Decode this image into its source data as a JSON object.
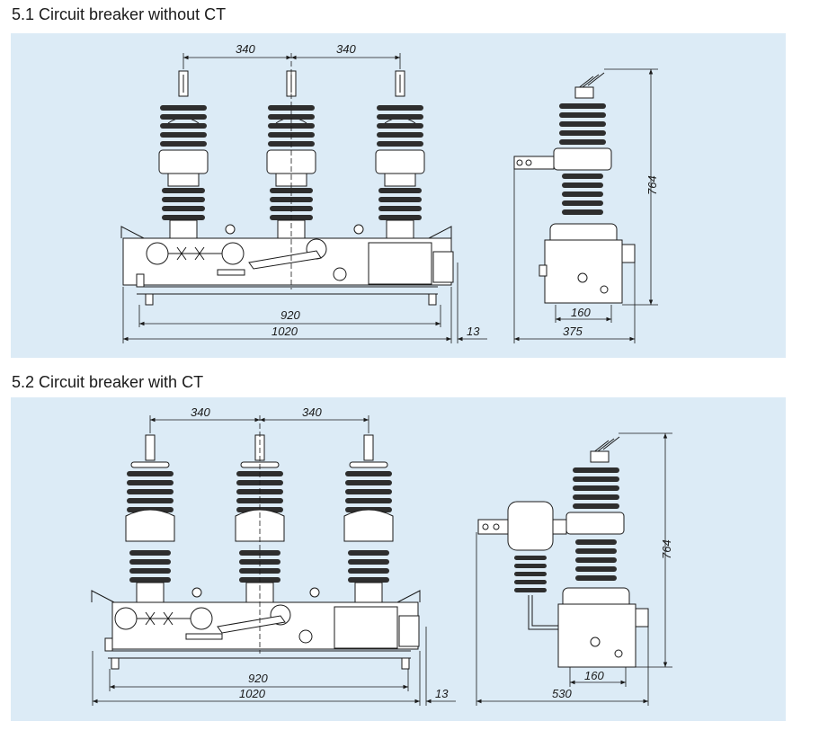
{
  "sections": [
    {
      "title": "5.1 Circuit breaker without CT",
      "dims": {
        "spacing_left": "340",
        "spacing_right": "340",
        "frame_width": "920",
        "overall_width": "1020",
        "offset": "13",
        "height": "764",
        "base_width": "160",
        "depth": "375"
      }
    },
    {
      "title": "5.2 Circuit breaker with CT",
      "dims": {
        "spacing_left": "340",
        "spacing_right": "340",
        "frame_width": "920",
        "overall_width": "1020",
        "offset": "13",
        "height": "764",
        "base_width": "160",
        "depth": "530"
      }
    }
  ],
  "colors": {
    "panel_background": "#dcebf6",
    "line": "#1a1a1a",
    "insulator": "#2e2e2e"
  }
}
